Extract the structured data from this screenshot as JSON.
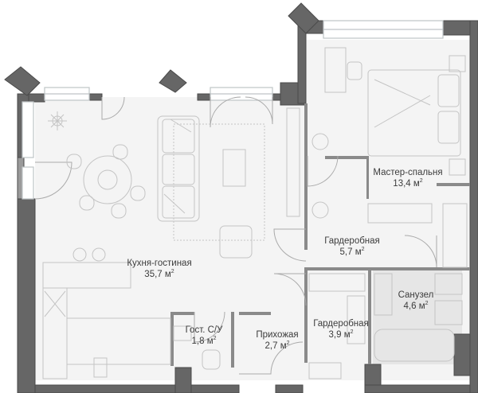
{
  "plan": {
    "unit": "м",
    "unit_power": "2",
    "rooms": [
      {
        "id": "kitchen",
        "name": "Кухня-гостиная",
        "area": "35,7"
      },
      {
        "id": "master",
        "name": "Мастер-спальня",
        "area": "13,4"
      },
      {
        "id": "wardrobe1",
        "name": "Гардеробная",
        "area": "5,7"
      },
      {
        "id": "bath",
        "name": "Санузел",
        "area": "4,6"
      },
      {
        "id": "wardrobe2",
        "name": "Гардеробная",
        "area": "3,9"
      },
      {
        "id": "guest-wc",
        "name": "Гост. С/У",
        "area": "1,8"
      },
      {
        "id": "hall",
        "name": "Прихожая",
        "area": "2,7"
      }
    ]
  },
  "colors": {
    "wall": "#666666",
    "wall_edge": "#4a4a4a",
    "floor": "#f4f4f4",
    "bath_floor": "#e6e6e6",
    "furniture_line": "#c4c4c4",
    "window": "#bfc4c6"
  }
}
